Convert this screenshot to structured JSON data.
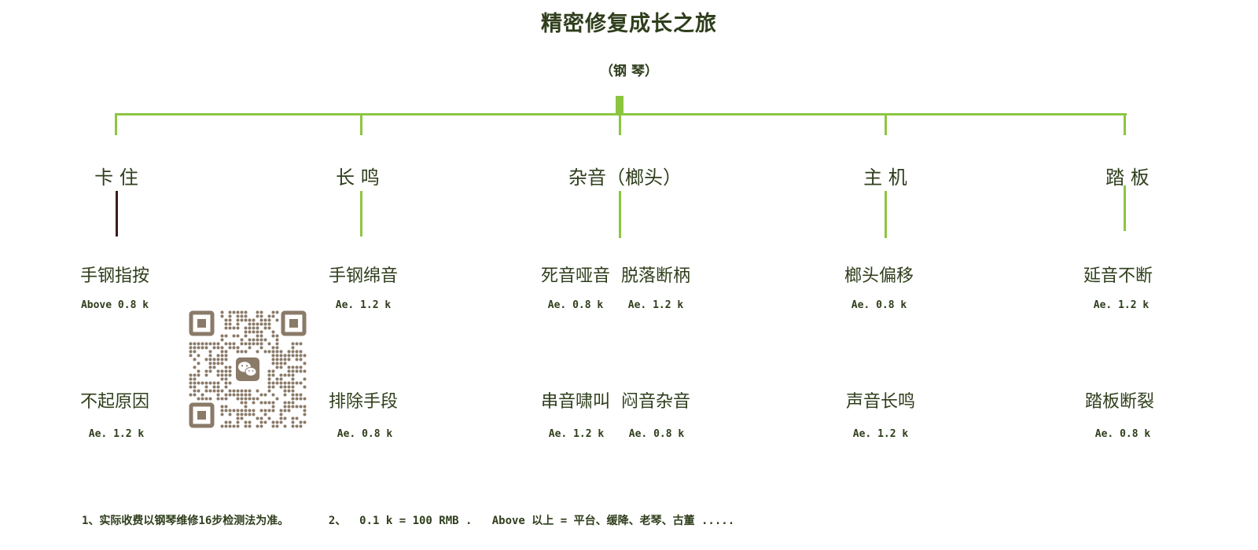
{
  "title": "精密修复成长之旅",
  "subtitle": "（钢  琴）",
  "colors": {
    "tree_line": "#8cc63f",
    "accent_line": "#3a1a1a",
    "text": "#2f3e1c",
    "qr": "#8a7a68"
  },
  "categories": [
    {
      "label": "卡 住"
    },
    {
      "label": "长 鸣"
    },
    {
      "label": "杂音（榔头）"
    },
    {
      "label": "主 机"
    },
    {
      "label": "踏 板"
    }
  ],
  "items": {
    "kazhu_1": {
      "label": "手钢指按",
      "price": "Above 0.8 k"
    },
    "kazhu_2": {
      "label": "不起原因",
      "price": "Ae. 1.2 k"
    },
    "changming_1": {
      "label": "手钢绵音",
      "price": "Ae. 1.2 k"
    },
    "changming_2": {
      "label": "排除手段",
      "price": "Ae. 0.8 k"
    },
    "zayin_1a": {
      "label": "死音哑音",
      "price": "Ae. 0.8 k"
    },
    "zayin_1b": {
      "label": "脱落断柄",
      "price": "Ae. 1.2 k"
    },
    "zayin_2a": {
      "label": "串音啸叫",
      "price": "Ae. 1.2 k"
    },
    "zayin_2b": {
      "label": "闷音杂音",
      "price": "Ae. 0.8 k"
    },
    "zhuji_1": {
      "label": "榔头偏移",
      "price": "Ae. 0.8 k"
    },
    "zhuji_2": {
      "label": "声音长鸣",
      "price": "Ae. 1.2 k"
    },
    "taban_1": {
      "label": "延音不断",
      "price": "Ae. 1.2 k"
    },
    "taban_2": {
      "label": "踏板断裂",
      "price": "Ae. 0.8 k"
    }
  },
  "footer": "1、实际收费以钢琴维修16步检测法为准。      2、  0.1 k = 100 RMB .   Above 以上 = 平台、缓降、老琴、古董 .....",
  "qr_code": {
    "icon": "wechat-icon"
  }
}
